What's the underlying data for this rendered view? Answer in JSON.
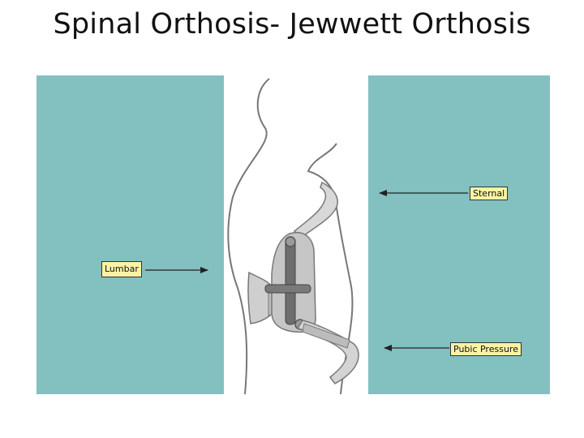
{
  "slide": {
    "title": "Spinal Orthosis- Jewwett Orthosis"
  },
  "figure": {
    "background_color": "#83c0c0",
    "panel_color": "#ffffff",
    "label_color": "#fbf3a4",
    "labels": {
      "sternal": "Sternal",
      "lumbar": "Lumbar",
      "pubic": "Pubic Pressure"
    }
  }
}
